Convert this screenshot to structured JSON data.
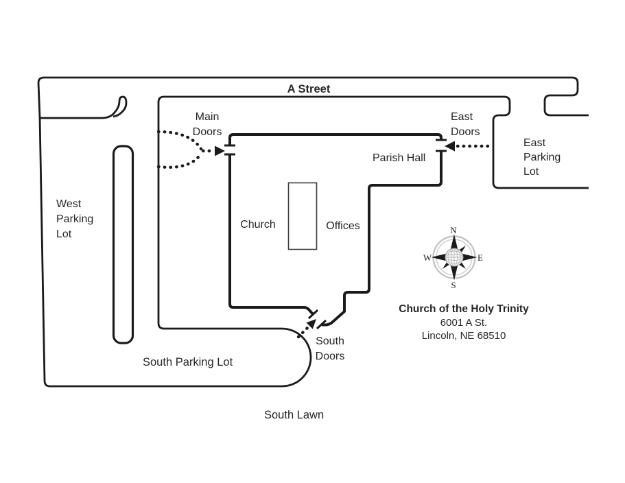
{
  "map": {
    "title_note": "campus site map",
    "street": {
      "label": "A Street"
    },
    "doors": {
      "main": {
        "line1": "Main",
        "line2": "Doors"
      },
      "east": {
        "line1": "East",
        "line2": "Doors"
      },
      "south": {
        "line1": "South",
        "line2": "Doors"
      }
    },
    "buildings": {
      "church": "Church",
      "offices": "Offices",
      "parish_hall": "Parish Hall"
    },
    "lots": {
      "west": {
        "line1": "West",
        "line2": "Parking",
        "line3": "Lot"
      },
      "east": {
        "line1": "East",
        "line2": "Parking",
        "line3": "Lot"
      },
      "south": {
        "label": "South Parking Lot"
      }
    },
    "lawn": {
      "label": "South Lawn"
    },
    "compass": {
      "n": "N",
      "e": "E",
      "s": "S",
      "w": "W"
    },
    "address": {
      "name": "Church of the Holy Trinity",
      "street": "6001 A St.",
      "city": "Lincoln, NE 68510"
    },
    "colors": {
      "line": "#1b1b1b",
      "text": "#262626",
      "compass_ring": "#c4c4c4"
    }
  }
}
